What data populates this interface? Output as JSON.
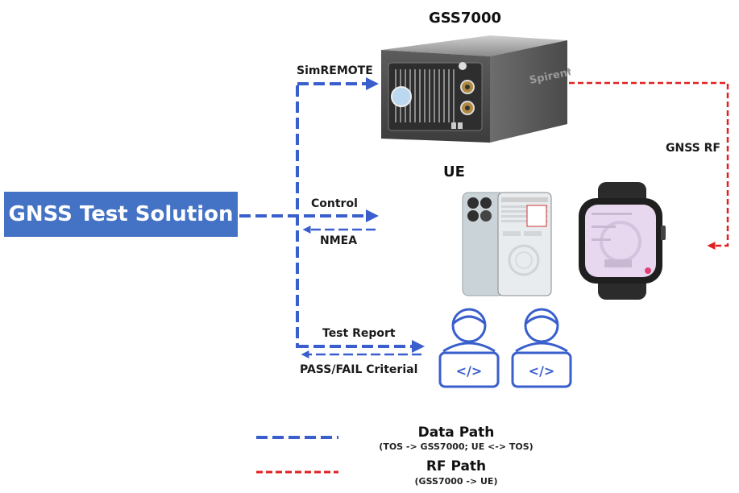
{
  "solution": {
    "label": "GNSS Test Solution"
  },
  "devices": {
    "simulator_title": "GSS7000",
    "ue_title": "UE",
    "simulator_brand": "Spirent"
  },
  "links": {
    "simremote": "SimREMOTE",
    "control": "Control",
    "nmea": "NMEA",
    "test_report": "Test Report",
    "pass_fail": "PASS/FAIL Criterial",
    "gnss_rf": "GNSS RF"
  },
  "legend": {
    "data_path_title": "Data Path",
    "data_path_sub": "(TOS -> GSS7000; UE <-> TOS)",
    "rf_path_title": "RF Path",
    "rf_path_sub": "(GSS7000 -> UE)"
  },
  "colors": {
    "data_path": "#3a5fcd",
    "rf_path": "#e02020",
    "solution_box": "#4472c4"
  },
  "icons": {
    "developer_1": "developer-coding-icon",
    "developer_2": "developer-coding-icon"
  }
}
